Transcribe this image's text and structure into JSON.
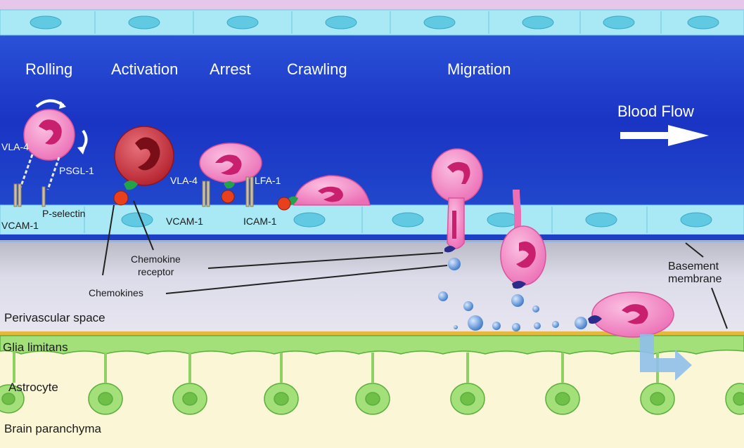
{
  "stages": [
    "Rolling",
    "Activation",
    "Arrest",
    "Crawling",
    "Migration"
  ],
  "blood_flow_label": "Blood Flow",
  "molecules": {
    "vla4_rolling": "VLA-4",
    "psgl1": "PSGL-1",
    "p_selectin": "P-selectin",
    "vcam1_rolling": "VCAM-1",
    "vla4_arrest": "VLA-4",
    "lfa1": "LFA-1",
    "vcam1_arrest": "VCAM-1",
    "icam1": "ICAM-1"
  },
  "annotations": {
    "chemokine_receptor_line1": "Chemokine",
    "chemokine_receptor_line2": "receptor",
    "chemokines": "Chemokines",
    "basement_line1": "Basement",
    "basement_line2": "membrane"
  },
  "layers": {
    "perivascular": "Perivascular space",
    "glia": "Glia limitans",
    "astrocyte": "Astrocyte",
    "parenchyma": "Brain paranchyma"
  },
  "colors": {
    "vessel_lumen": "#1a3fcf",
    "endothelium": "#a9e9f5",
    "leukocyte": "#f07bc0",
    "activated_leukocyte": "#c8303a",
    "astrocyte": "#a3e07a",
    "parenchyma": "#fbf7d6"
  }
}
